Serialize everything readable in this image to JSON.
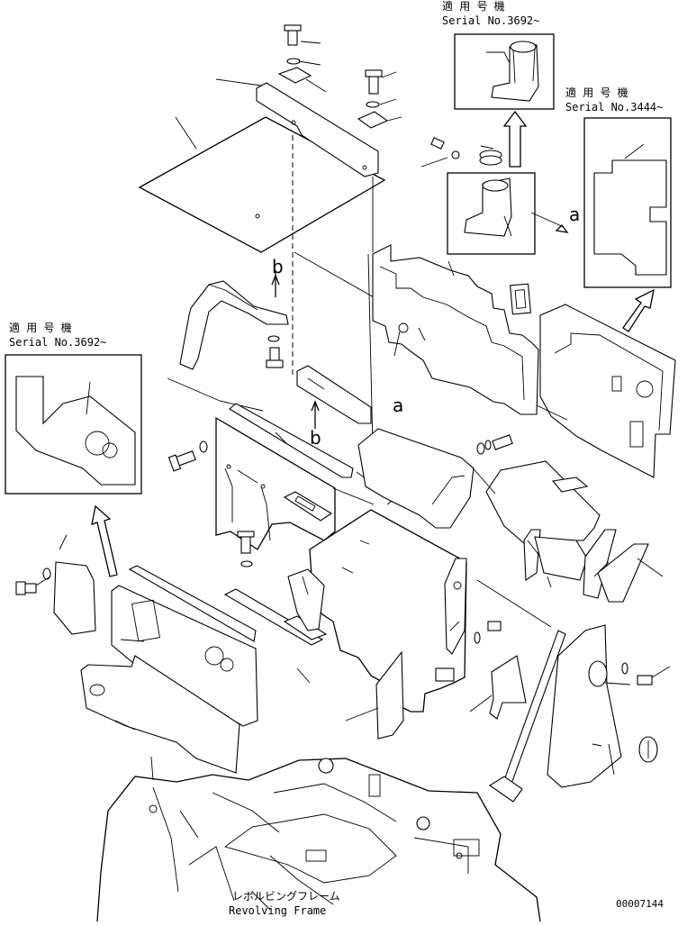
{
  "callouts": {
    "top_right_applicable": "適 用 号 機",
    "top_right_serial": "Serial No.3692~",
    "right_applicable": "適 用 号 機",
    "right_serial": "Serial No.3444~",
    "left_applicable": "適 用 号 機",
    "left_serial": "Serial No.3692~"
  },
  "arrow_letters": {
    "b_upper": "b",
    "b_lower": "b",
    "a_right": "a",
    "a_middle": "a"
  },
  "frame_label": {
    "japanese": "レボルビングフレーム",
    "english": "Revolving Frame"
  },
  "drawing_number": "00007144"
}
